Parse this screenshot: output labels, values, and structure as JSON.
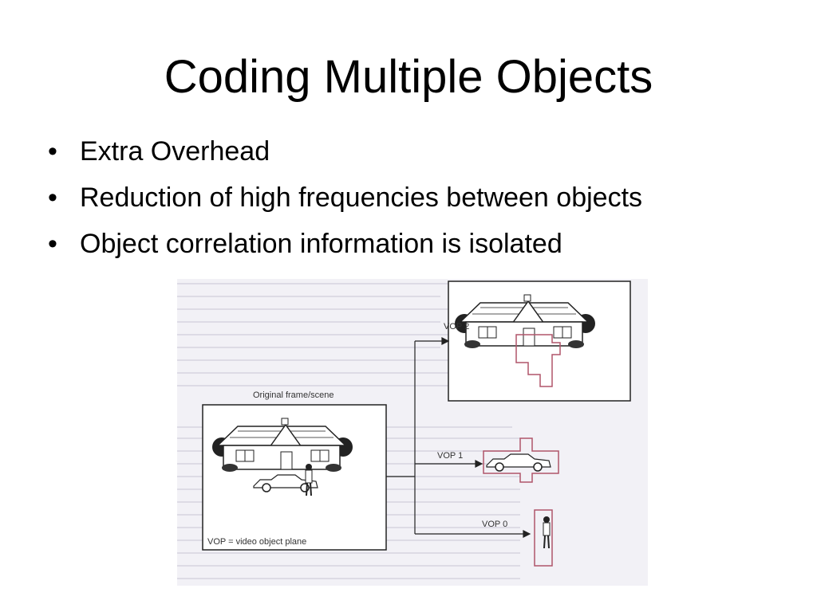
{
  "slide": {
    "title": "Coding Multiple Objects",
    "bullet_glyph": "•",
    "bullets": [
      "Extra Overhead",
      "Reduction of high frequencies between objects",
      "Object correlation information is isolated"
    ]
  },
  "figure": {
    "original_label": "Original frame/scene",
    "caption": "VOP = video object plane",
    "vop2_label": "VOP 2",
    "vop1_label": "VOP 1",
    "vop0_label": "VOP 0",
    "outline_color": "#b0556a"
  }
}
